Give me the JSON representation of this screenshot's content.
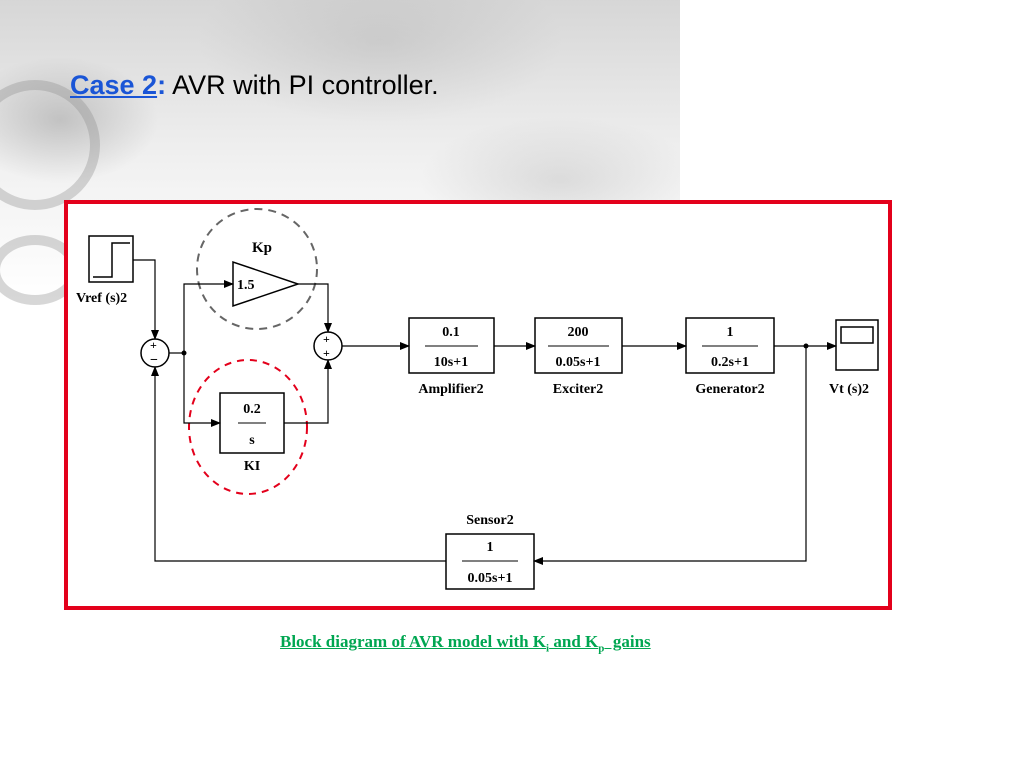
{
  "title": {
    "case_label": "Case 2",
    "colon": ":",
    "text": " AVR with PI controller."
  },
  "diagram": {
    "vref": {
      "label": "Vref (s)2"
    },
    "kp": {
      "label": "Kp",
      "gain": "1.5"
    },
    "ki": {
      "label": "KI",
      "num": "0.2",
      "den": "s"
    },
    "sum1": {
      "top_sign": "+",
      "bottom_sign": "−"
    },
    "sum2": {
      "top_sign": "+",
      "bottom_sign": "+"
    },
    "amplifier": {
      "label": "Amplifier2",
      "num": "0.1",
      "den": "10s+1"
    },
    "exciter": {
      "label": "Exciter2",
      "num": "200",
      "den": "0.05s+1"
    },
    "generator": {
      "label": "Generator2",
      "num": "1",
      "den": "0.2s+1"
    },
    "scope": {
      "label": "Vt (s)2"
    },
    "sensor": {
      "label": "Sensor2",
      "num": "1",
      "den": "0.05s+1"
    }
  },
  "caption": {
    "prefix": "Block diagram of AVR model with K",
    "sub_i": "i",
    "middle": " and K",
    "sub_p": "p",
    "suffix": "  gains"
  },
  "colors": {
    "title_accent": "#1a55d6",
    "frame_border": "#e3001b",
    "caption": "#00a651",
    "kp_circle": "#666666",
    "ki_circle": "#e3001b"
  }
}
